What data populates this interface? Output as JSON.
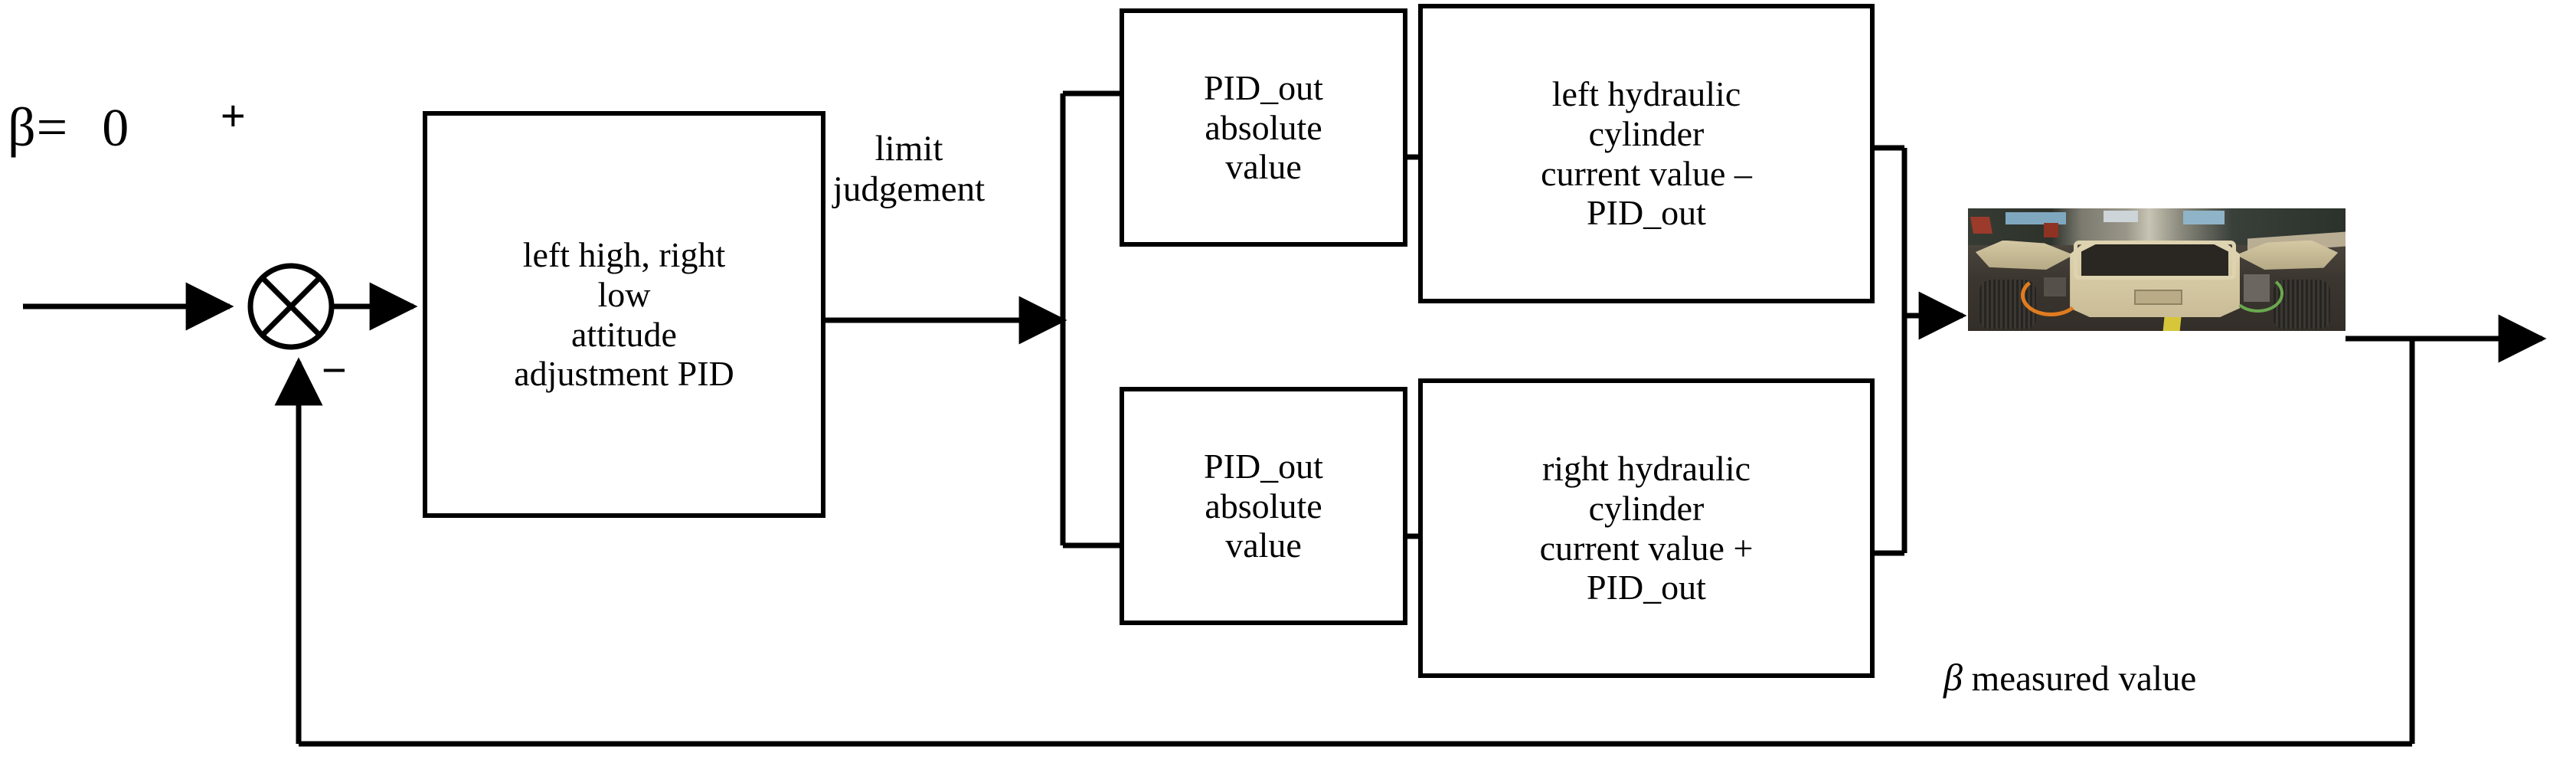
{
  "diagram": {
    "title": "left-high right-low attitude adjustment PID control block diagram",
    "input": {
      "beta_symbol": "β=",
      "setpoint_value": "0",
      "plus_sign": "+",
      "minus_sign": "−"
    },
    "blocks": [
      {
        "id": "pid-controller",
        "label": "left high, right\nlow\nattitude\nadjustment PID"
      },
      {
        "id": "pid-out-abs-upper",
        "label": "PID_out\nabsolute\nvalue"
      },
      {
        "id": "pid-out-abs-lower",
        "label": "PID_out\nabsolute\nvalue"
      },
      {
        "id": "left-hydraulic-cylinder",
        "label": "left hydraulic\ncylinder\ncurrent value –\nPID_out"
      },
      {
        "id": "right-hydraulic-cylinder",
        "label": "right hydraulic\ncylinder\ncurrent value +\nPID_out"
      }
    ],
    "signals": {
      "limit_judgement": "limit\njudgement",
      "feedback_label_symbol": "β",
      "feedback_label_text": " measured value"
    },
    "plant": {
      "id": "vehicle-photo",
      "description": "photograph of tan wheeled hydraulic suspension vehicle chassis"
    },
    "colors": {
      "line": "#000000",
      "block_fill": "#ffffff",
      "background": "#ffffff"
    }
  }
}
